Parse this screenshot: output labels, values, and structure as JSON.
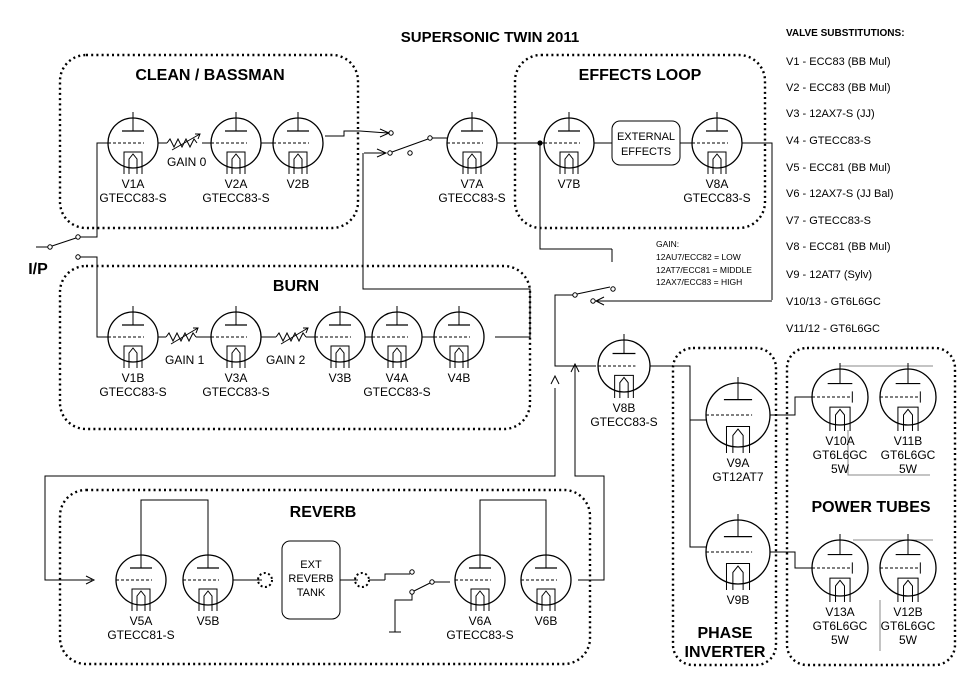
{
  "title": "SUPERSONIC TWIN 2011",
  "sections": {
    "clean": "CLEAN / BASSMAN",
    "effects": "EFFECTS LOOP",
    "burn": "BURN",
    "reverb": "REVERB",
    "phase_line1": "PHASE",
    "phase_line2": "INVERTER",
    "power": "POWER TUBES"
  },
  "input_label": "I/P",
  "blocks": {
    "external_effects_line1": "EXTERNAL",
    "external_effects_line2": "EFFECTS",
    "reverb_tank_line1": "EXT",
    "reverb_tank_line2": "REVERB",
    "reverb_tank_line3": "TANK"
  },
  "gains": [
    "GAIN 0",
    "GAIN 1",
    "GAIN 2"
  ],
  "gain_note": {
    "heading": "GAIN:",
    "lines": [
      "12AU7/ECC82 = LOW",
      "12AT7/ECC81 = MIDDLE",
      "12AX7/ECC83 = HIGH"
    ]
  },
  "tubes": [
    {
      "id": "V1A",
      "type": "GTECC83-S"
    },
    {
      "id": "V2A",
      "type": "GTECC83-S"
    },
    {
      "id": "V2B",
      "type": ""
    },
    {
      "id": "V7A",
      "type": "GTECC83-S"
    },
    {
      "id": "V7B",
      "type": ""
    },
    {
      "id": "V8A",
      "type": "GTECC83-S"
    },
    {
      "id": "V1B",
      "type": "GTECC83-S"
    },
    {
      "id": "V3A",
      "type": "GTECC83-S"
    },
    {
      "id": "V3B",
      "type": ""
    },
    {
      "id": "V4A",
      "type": "GTECC83-S"
    },
    {
      "id": "V4B",
      "type": ""
    },
    {
      "id": "V8B",
      "type": "GTECC83-S"
    },
    {
      "id": "V9A",
      "type": "GT12AT7"
    },
    {
      "id": "V9B",
      "type": ""
    },
    {
      "id": "V10A",
      "type": "GT6L6GC",
      "power": "5W"
    },
    {
      "id": "V11B",
      "type": "GT6L6GC",
      "power": "5W"
    },
    {
      "id": "V13A",
      "type": "GT6L6GC",
      "power": "5W"
    },
    {
      "id": "V12B",
      "type": "GT6L6GC",
      "power": "5W"
    },
    {
      "id": "V5A",
      "type": "GTECC81-S"
    },
    {
      "id": "V5B",
      "type": ""
    },
    {
      "id": "V6A",
      "type": "GTECC83-S"
    },
    {
      "id": "V6B",
      "type": ""
    }
  ],
  "substitutions": {
    "heading": "VALVE SUBSTITUTIONS:",
    "items": [
      "V1 - ECC83 (BB Mul)",
      "V2 - ECC83 (BB Mul)",
      "V3 - 12AX7-S (JJ)",
      "V4 - GTECC83-S",
      "V5 - ECC81 (BB Mul)",
      "V6 - 12AX7-S (JJ Bal)",
      "V7 - GTECC83-S",
      "V8 - ECC81 (BB Mul)",
      "V9 - 12AT7 (Sylv)",
      "V10/13 - GT6L6GC",
      "V11/12 - GT6L6GC"
    ]
  }
}
